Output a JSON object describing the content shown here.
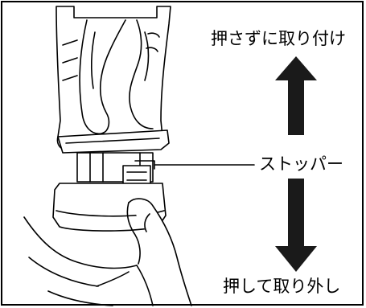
{
  "labels": {
    "push_without_attach": "押さずに取り付け",
    "stopper": "ストッパー",
    "push_to_remove": "押して取り外し"
  },
  "colors": {
    "line": "#000000",
    "arrow": "#1a1a1a",
    "background": "#ffffff"
  },
  "icons": {
    "up_arrow": "arrow-up-icon",
    "down_arrow": "arrow-down-icon"
  }
}
